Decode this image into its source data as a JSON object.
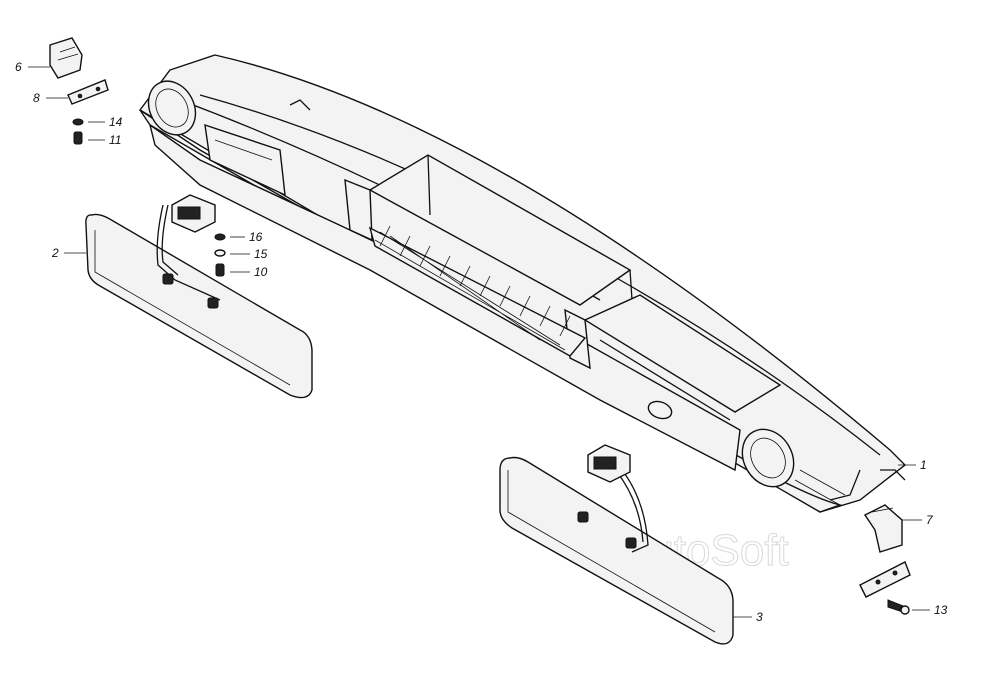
{
  "watermark": "AutoSoft",
  "callouts": [
    {
      "id": "1",
      "label": "1"
    },
    {
      "id": "2",
      "label": "2"
    },
    {
      "id": "3",
      "label": "3"
    },
    {
      "id": "6",
      "label": "6"
    },
    {
      "id": "7",
      "label": "7"
    },
    {
      "id": "8",
      "label": "8"
    },
    {
      "id": "10",
      "label": "10"
    },
    {
      "id": "11",
      "label": "11"
    },
    {
      "id": "13",
      "label": "13"
    },
    {
      "id": "14",
      "label": "14"
    },
    {
      "id": "15",
      "label": "15"
    },
    {
      "id": "16",
      "label": "16"
    }
  ]
}
